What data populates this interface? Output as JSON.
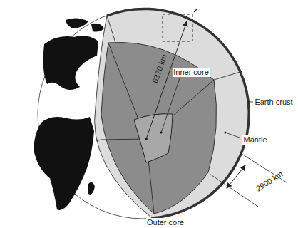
{
  "diagram": {
    "labels": [
      "6370 km",
      "Inner core",
      "Earth crust",
      "Mantle",
      "2900 km",
      "Outer core"
    ]
  }
}
